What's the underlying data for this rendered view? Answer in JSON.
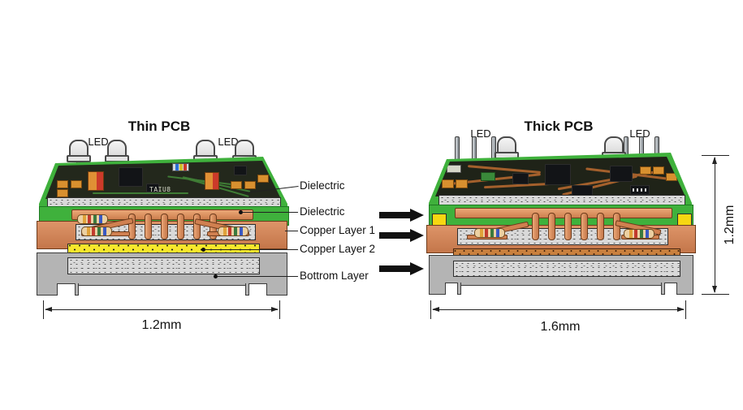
{
  "figure": {
    "left": {
      "title": "Thin PCB",
      "led_label_1": "LED",
      "led_label_2": "LED",
      "width_dim": "1.2mm",
      "silkscreen": "TAIU8"
    },
    "right": {
      "title": "Thick PCB",
      "led_label_1": "LED",
      "led_label_2": "LED",
      "width_dim": "1.6mm",
      "height_dim": "1.2mm"
    },
    "labels": {
      "dielectric_top": "Dielectric",
      "dielectric_mid": "Dielectric",
      "copper_layer_1": "Copper Layer 1",
      "copper_layer_2": "Copper Layer 2",
      "bottom_layer": "Bottrom Layer"
    },
    "colors": {
      "pcb_green": "#3fb13c",
      "board_dark": "#23281c",
      "copper": "#d08050",
      "yellow_layer": "#f8e72c",
      "substrate_gray": "#d9d9d9",
      "base_gray": "#b4b4b4",
      "arrow_black": "#111111"
    }
  }
}
